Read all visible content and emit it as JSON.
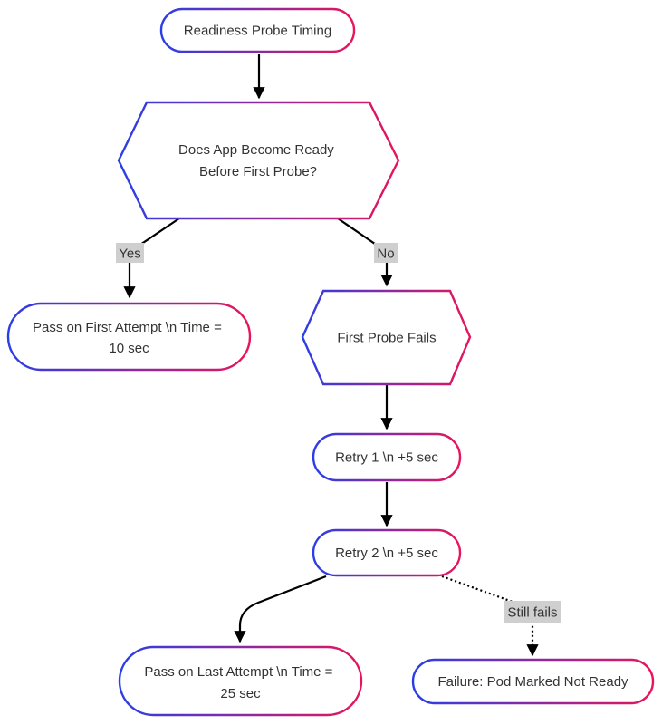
{
  "diagram": {
    "nodes": {
      "start": {
        "lines": [
          "Readiness Probe Timing"
        ]
      },
      "decision": {
        "lines": [
          "Does App Become Ready",
          "Before First Probe?"
        ]
      },
      "pass_first": {
        "lines": [
          "Pass on First Attempt \\n Time =",
          "10 sec"
        ]
      },
      "first_fails": {
        "lines": [
          "First Probe Fails"
        ]
      },
      "retry1": {
        "lines": [
          "Retry 1 \\n +5 sec"
        ]
      },
      "retry2": {
        "lines": [
          "Retry 2 \\n +5 sec"
        ]
      },
      "pass_last": {
        "lines": [
          "Pass on Last Attempt \\n Time =",
          "25 sec"
        ]
      },
      "failure": {
        "lines": [
          "Failure: Pod Marked Not Ready"
        ]
      }
    },
    "edge_labels": {
      "yes": "Yes",
      "no": "No",
      "still_fails": "Still fails"
    },
    "colors": {
      "stroke_start": "#2a3ee8",
      "stroke_end": "#e8155a",
      "edge": "#000000",
      "label_bg": "#cfcfcf",
      "text": "#333333"
    }
  }
}
